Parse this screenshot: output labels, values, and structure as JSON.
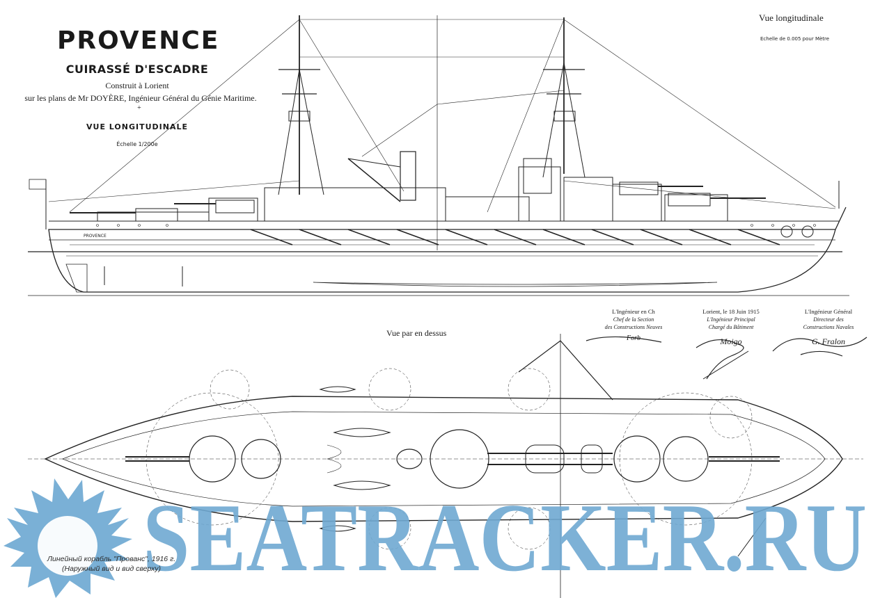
{
  "drawing": {
    "title": "PROVENCE",
    "subtitle": "CUIRASSÉ D'ESCADRE",
    "built_at": "Construit à Lorient",
    "plans_by": "sur les plans de Mr DOYÈRE, Ingénieur Général du Génie Maritime.",
    "ornament": "+",
    "view_side": "VUE LONGITUDINALE",
    "scale_side": "Échelle 1/200e",
    "view_side_top_right": "Vue longitudinale",
    "scale_top_right": "Echelle de 0.005 pour Mètre",
    "view_top": "Vue par en dessus",
    "stern_nameplate": "PROVENCE"
  },
  "signatures": {
    "col1": {
      "title": "L'Ingénieur en Ch",
      "line2": "Chef de la Section",
      "line3": "des Constructions Neuves",
      "signature": "Forb"
    },
    "col2": {
      "title": "Lorient, le 18 Juin 1915",
      "line2": "L'Ingénieur Principal",
      "line3": "Chargé du Bâtiment",
      "signature": "Moigo"
    },
    "col3": {
      "title": "L'Ingénieur Général",
      "line2": "Directeur des",
      "line3": "Constructions Navales",
      "signature": "G. Fralon"
    }
  },
  "caption": {
    "line1": "Линейный корабль \"Прованс\", 1916 г.",
    "line2": "(Наружный вид и вид сверху)"
  },
  "watermark": {
    "text": "SEATRACKER.RU",
    "color": "#6fa9d2",
    "icon": "sun-burst-logo"
  },
  "colors": {
    "ink": "#1a1a1a",
    "paper": "#ffffff"
  }
}
